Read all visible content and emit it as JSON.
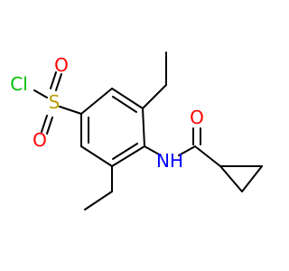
{
  "molecule": {
    "atoms": {
      "cl": {
        "label": "Cl",
        "color": "#00c000"
      },
      "s": {
        "label": "S",
        "color": "#b8a000"
      },
      "o_top": {
        "label": "O",
        "color": "#ff0000"
      },
      "o_bottom": {
        "label": "O",
        "color": "#ff0000"
      },
      "nh": {
        "label": "NH",
        "color": "#0000ff"
      },
      "o_amide": {
        "label": "O",
        "color": "#ff0000"
      }
    },
    "bond_color": "#000000"
  }
}
